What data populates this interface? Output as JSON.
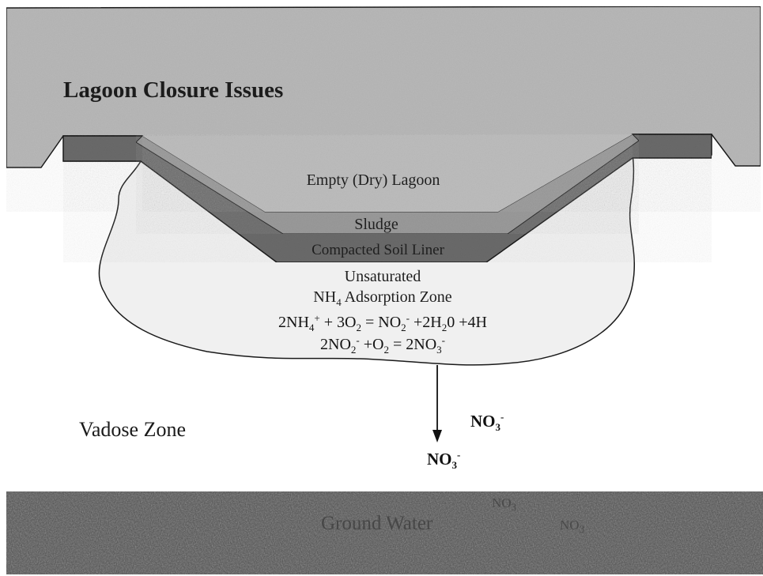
{
  "title": "Lagoon Closure Issues",
  "labels": {
    "lagoon": "Empty (Dry) Lagoon",
    "sludge": "Sludge",
    "liner": "Compacted Soil Liner",
    "unsaturated": "Unsaturated",
    "adsorption": {
      "pre": "NH",
      "sub": "4",
      "post": " Adsorption Zone"
    },
    "vadose": "Vadose Zone",
    "groundwater": "Ground Water"
  },
  "equations": {
    "eq1": [
      "2NH",
      "4",
      "+",
      " + 3O",
      "2",
      " = NO",
      "2",
      "-",
      " +2H",
      "2",
      "0 +4H"
    ],
    "eq2": [
      "2NO",
      "2",
      "-",
      " +O",
      "2",
      " = 2NO",
      "3",
      "-"
    ]
  },
  "nitrate": {
    "base": "NO",
    "sub": "3",
    "sup": "-"
  },
  "colors": {
    "ground_surface": "#b8b8b8",
    "liner_dark": "#6a6a6a",
    "sludge": "#9a9a9a",
    "adsorption_zone": "#f0f0f0",
    "groundwater": "#4a4a4a",
    "outline": "#1a1a1a"
  }
}
